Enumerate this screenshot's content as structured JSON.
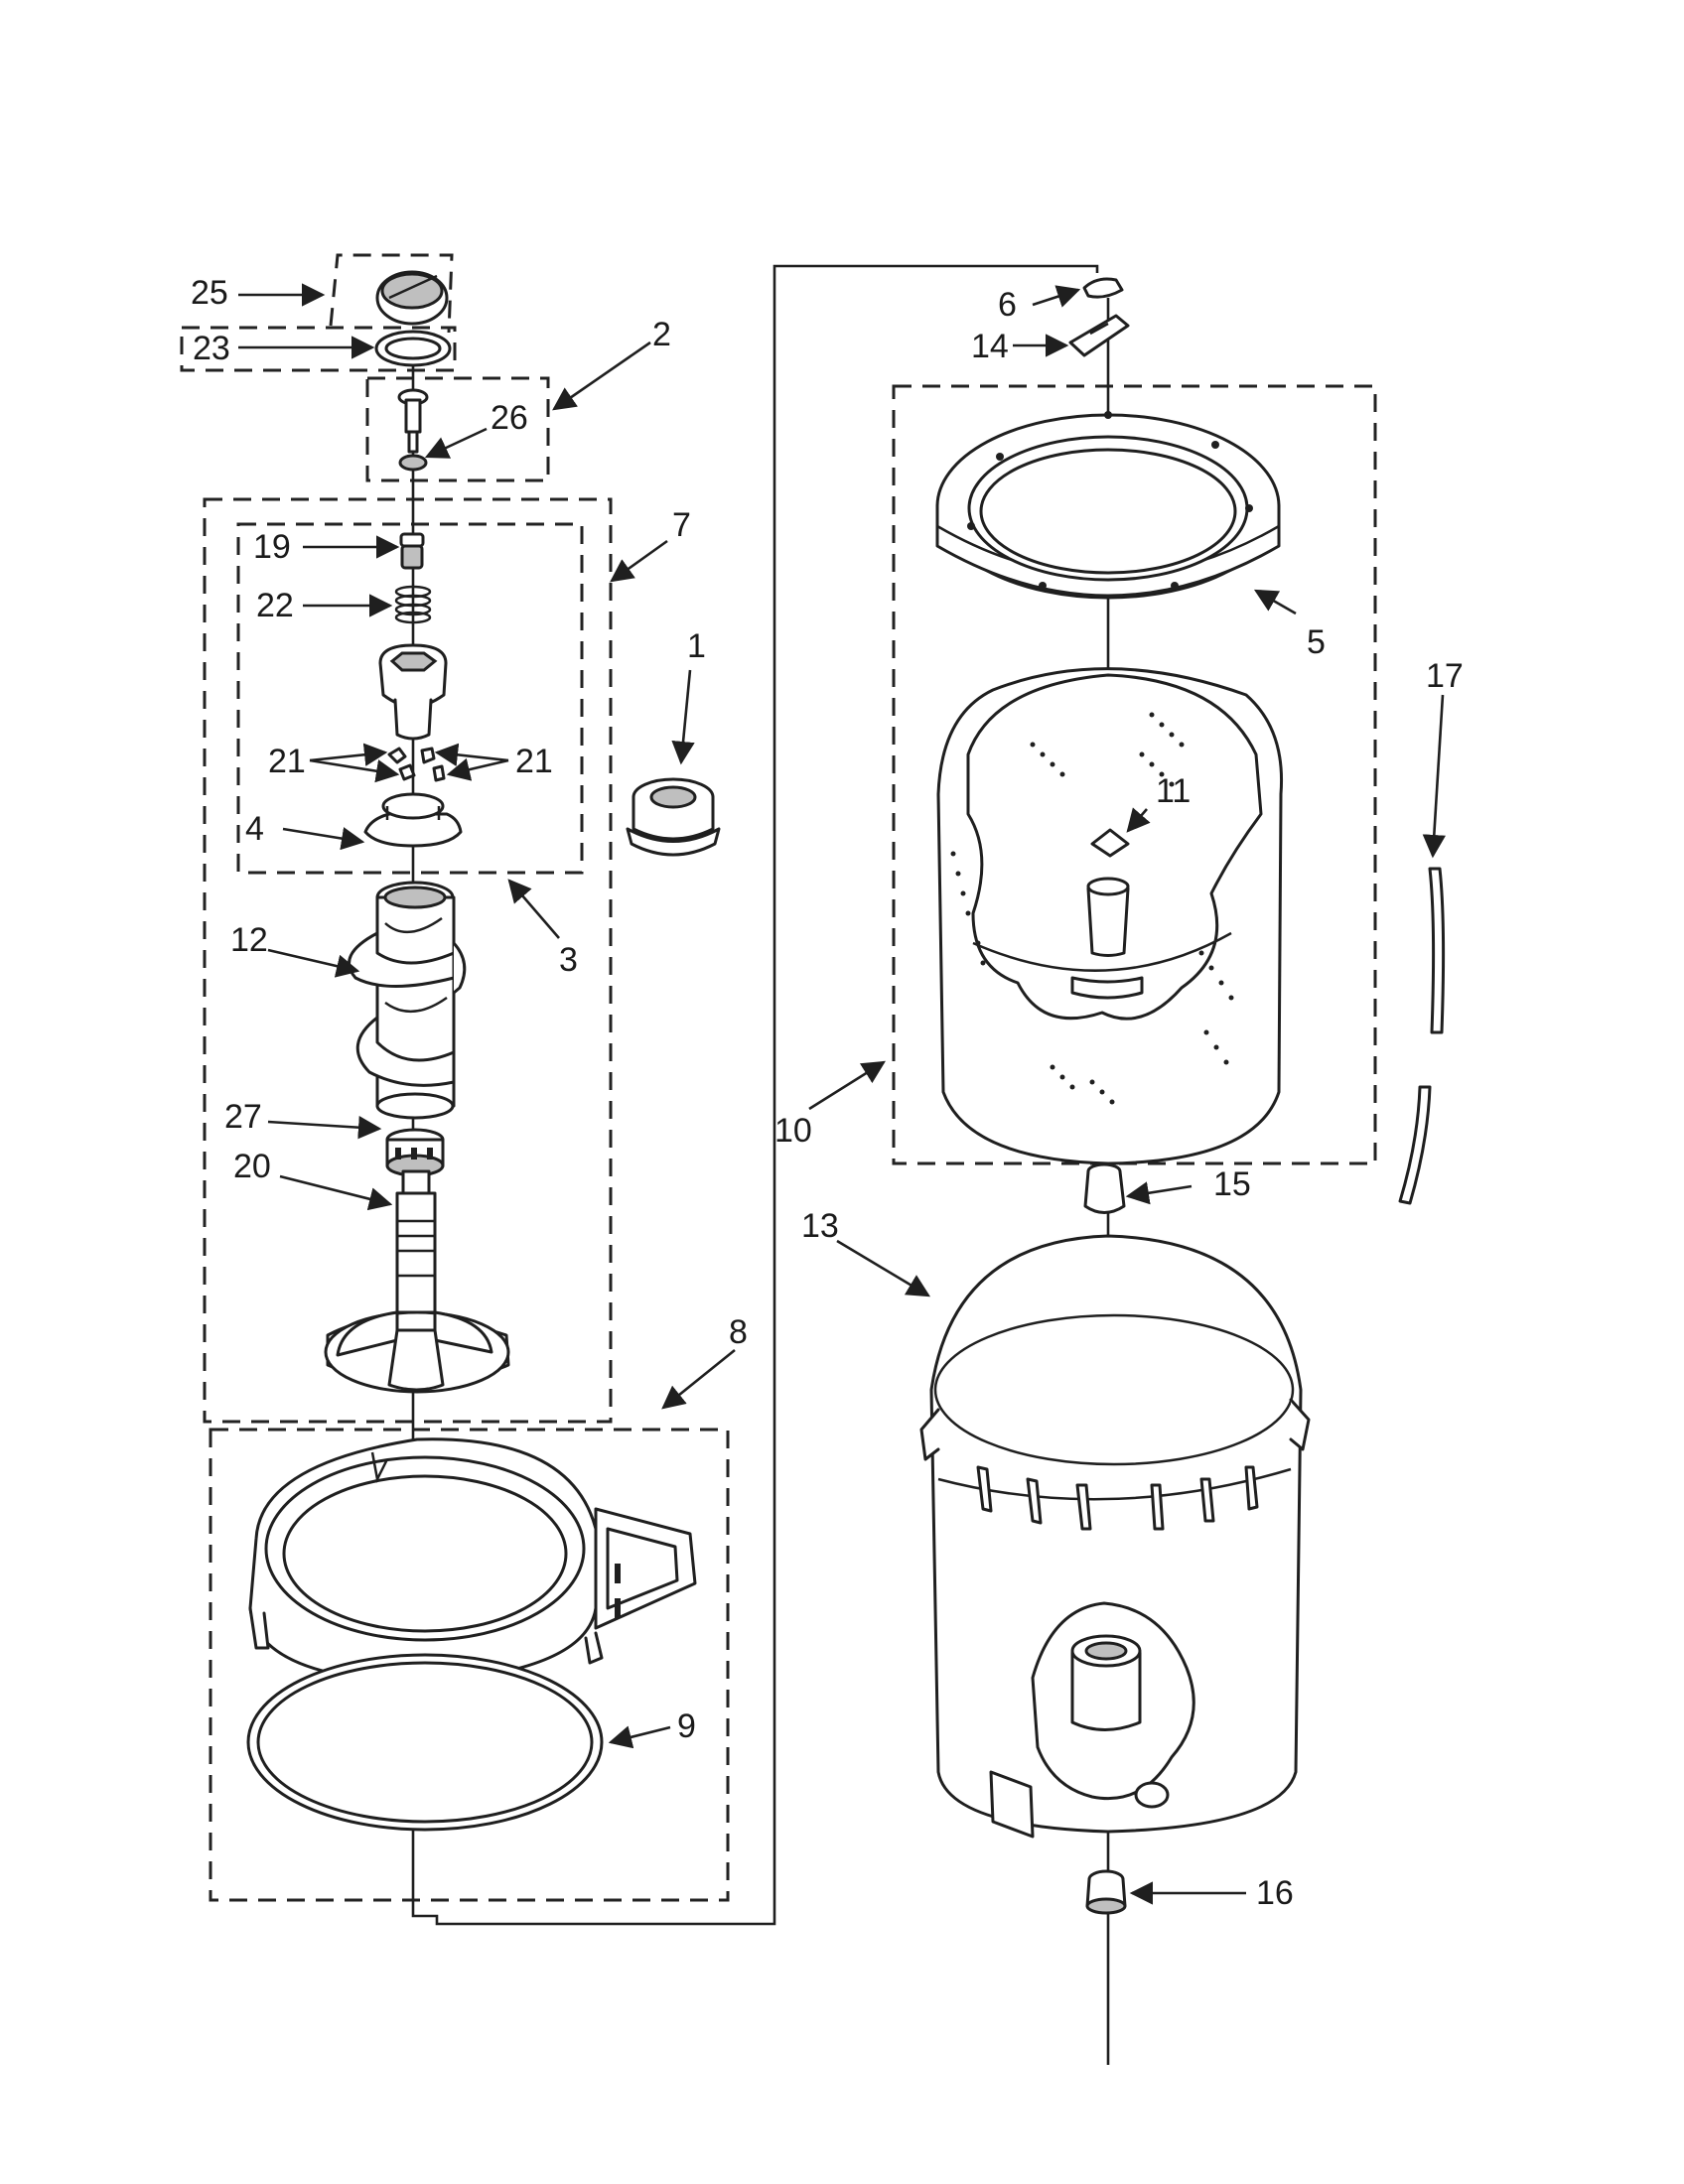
{
  "callouts": {
    "c1": "1",
    "c2": "2",
    "c3": "3",
    "c4": "4",
    "c5": "5",
    "c6": "6",
    "c7": "7",
    "c8": "8",
    "c9": "9",
    "c10": "10",
    "c11": "11",
    "c12": "12",
    "c13": "13",
    "c14": "14",
    "c15": "15",
    "c16": "16",
    "c17": "17",
    "c19": "19",
    "c20": "20",
    "c21a": "21",
    "c21b": "21",
    "c22": "22",
    "c23": "23",
    "c25": "25",
    "c26": "26",
    "c27": "27"
  }
}
